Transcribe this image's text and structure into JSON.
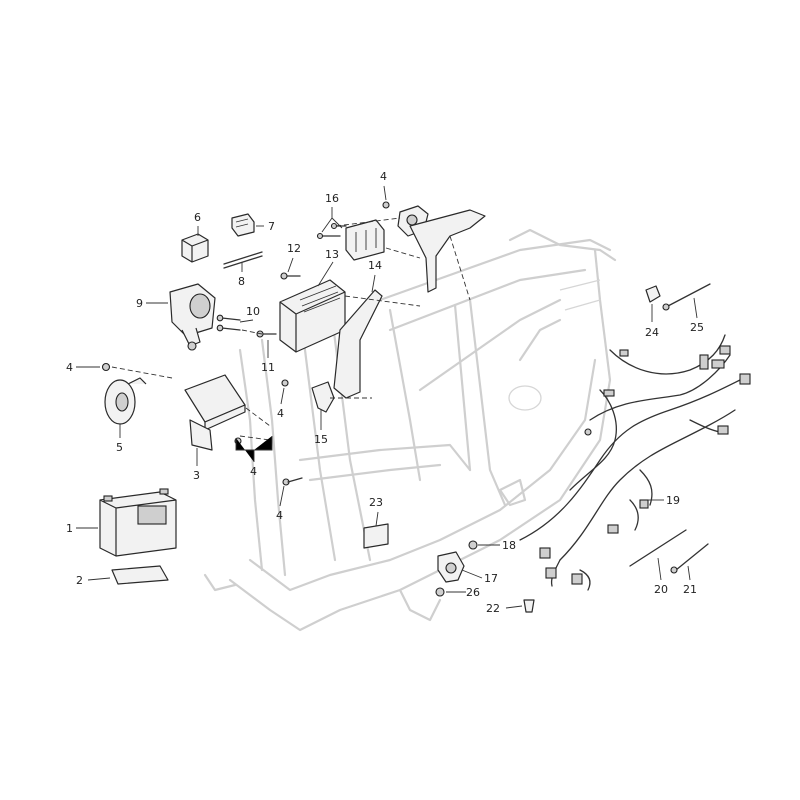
{
  "callouts": [
    "1",
    "2",
    "3",
    "4",
    "5",
    "6",
    "7",
    "8",
    "9",
    "10",
    "11",
    "12",
    "13",
    "14",
    "15",
    "16",
    "17",
    "18",
    "19",
    "20",
    "21",
    "22",
    "23",
    "24",
    "25",
    "26"
  ],
  "colors": {
    "frame": "#cfcfcf",
    "part_stroke": "#2a2a2a",
    "part_fill": "#f2f2f2",
    "label": "#222222"
  }
}
